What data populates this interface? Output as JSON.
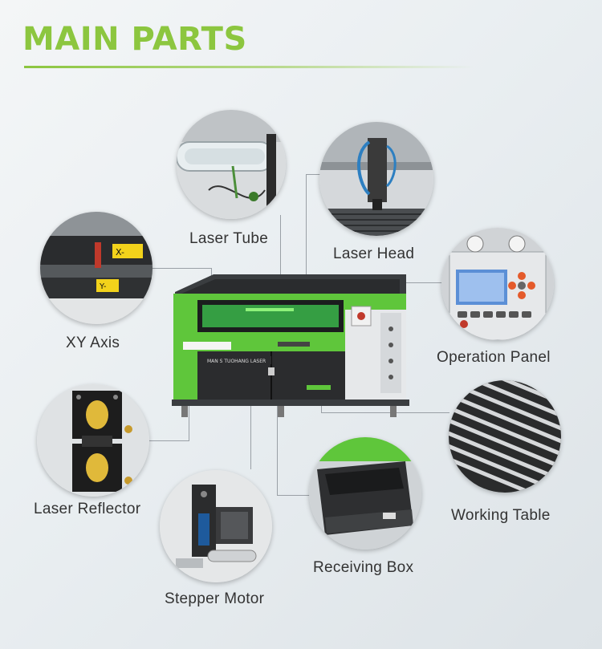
{
  "page": {
    "title": "MAIN PARTS",
    "accent_color": "#8cc63f"
  },
  "parts": [
    {
      "label": "Laser Tube"
    },
    {
      "label": "Laser Head"
    },
    {
      "label": "XY Axis"
    },
    {
      "label": "Operation Panel"
    },
    {
      "label": "Laser Reflector"
    },
    {
      "label": "Working Table"
    },
    {
      "label": "Stepper Motor"
    },
    {
      "label": "Receiving Box"
    }
  ],
  "machine": {
    "brand_plate": "MAN S TUOHANG LASER",
    "xy_axis_tags": [
      "X-",
      "Y-"
    ],
    "body_color": "#5fc63b",
    "frame_color": "#3a3d40"
  }
}
